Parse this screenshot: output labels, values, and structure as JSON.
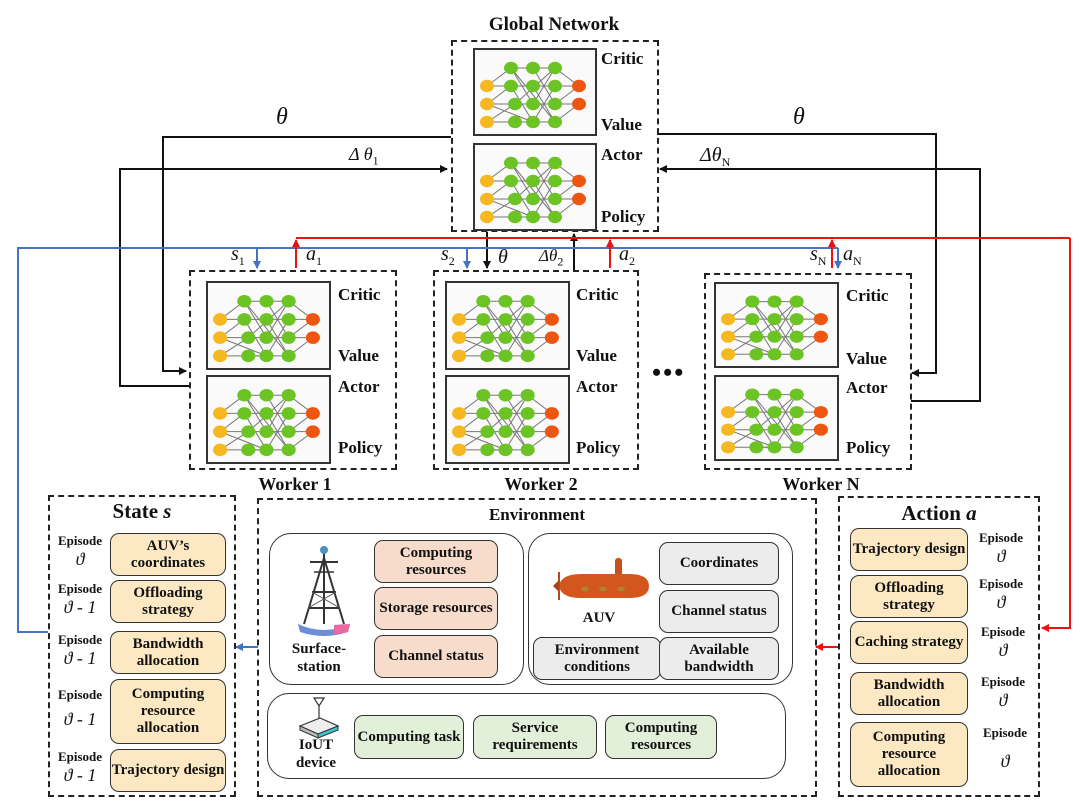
{
  "global": {
    "title": "Global Network",
    "critic": "Critic",
    "value": "Value",
    "actor": "Actor",
    "policy": "Policy"
  },
  "workers": [
    {
      "label": "Worker 1",
      "critic": "Critic",
      "value": "Value",
      "actor": "Actor",
      "policy": "Policy",
      "state_sym": "s",
      "state_sub": "1",
      "action_sym": "a",
      "action_sub": "1"
    },
    {
      "label": "Worker 2",
      "critic": "Critic",
      "value": "Value",
      "actor": "Actor",
      "policy": "Policy",
      "state_sym": "s",
      "state_sub": "2",
      "action_sym": "a",
      "action_sub": "2",
      "theta": "θ",
      "delta": "Δθ",
      "delta_sub": "2"
    },
    {
      "label": "Worker N",
      "critic": "Critic",
      "value": "Value",
      "actor": "Actor",
      "policy": "Policy",
      "state_sym": "s",
      "state_sub": "N",
      "action_sym": "a",
      "action_sub": "N"
    }
  ],
  "ellipsis": "•••",
  "arrows": {
    "theta_left": "θ",
    "theta_right": "θ",
    "delta1": "Δ θ",
    "delta1_sub": "1",
    "deltaN": "Δθ",
    "deltaN_sub": "N"
  },
  "colors": {
    "state_line": "#4472c4",
    "action_line": "#ee1111",
    "param_line": "#111111",
    "input_node": "#f5b820",
    "hidden_node": "#6cc324",
    "output_node": "#ee5511"
  },
  "state": {
    "title": "State ",
    "title_sym": "s",
    "items": [
      {
        "episode": "Episode",
        "sym": "ϑ",
        "label": "AUV’s coordinates"
      },
      {
        "episode": "Episode",
        "sym": "ϑ - 1",
        "label": "Offloading strategy"
      },
      {
        "episode": "Episode",
        "sym": "ϑ - 1",
        "label": "Bandwidth allocation"
      },
      {
        "episode": "Episode",
        "sym": "ϑ - 1",
        "label": "Computing resource allocation"
      },
      {
        "episode": "Episode",
        "sym": "ϑ - 1",
        "label": "Trajectory design"
      }
    ]
  },
  "environment": {
    "title": "Environment",
    "surface": {
      "label": "Surface-station",
      "icon": "surface-station-icon",
      "items": [
        "Computing resources",
        "Storage resources",
        "Channel status"
      ]
    },
    "auv": {
      "label": "AUV",
      "icon": "auv-submarine-icon",
      "items": [
        "Coordinates",
        "Channel status",
        "Environment conditions",
        "Available bandwidth"
      ]
    },
    "iout": {
      "label": "IoUT device",
      "icon": "iout-device-icon",
      "items": [
        "Computing task",
        "Service requirements",
        "Computing resources"
      ]
    }
  },
  "action": {
    "title": "Action ",
    "title_sym": "a",
    "items": [
      {
        "episode": "Episode",
        "sym": "ϑ",
        "label": "Trajectory design"
      },
      {
        "episode": "Episode",
        "sym": "ϑ",
        "label": "Offloading strategy"
      },
      {
        "episode": "Episode",
        "sym": "ϑ",
        "label": "Caching strategy"
      },
      {
        "episode": "Episode",
        "sym": "ϑ",
        "label": "Bandwidth allocation"
      },
      {
        "episode": "Episode",
        "sym": "ϑ",
        "label": "Computing resource allocation"
      }
    ]
  }
}
